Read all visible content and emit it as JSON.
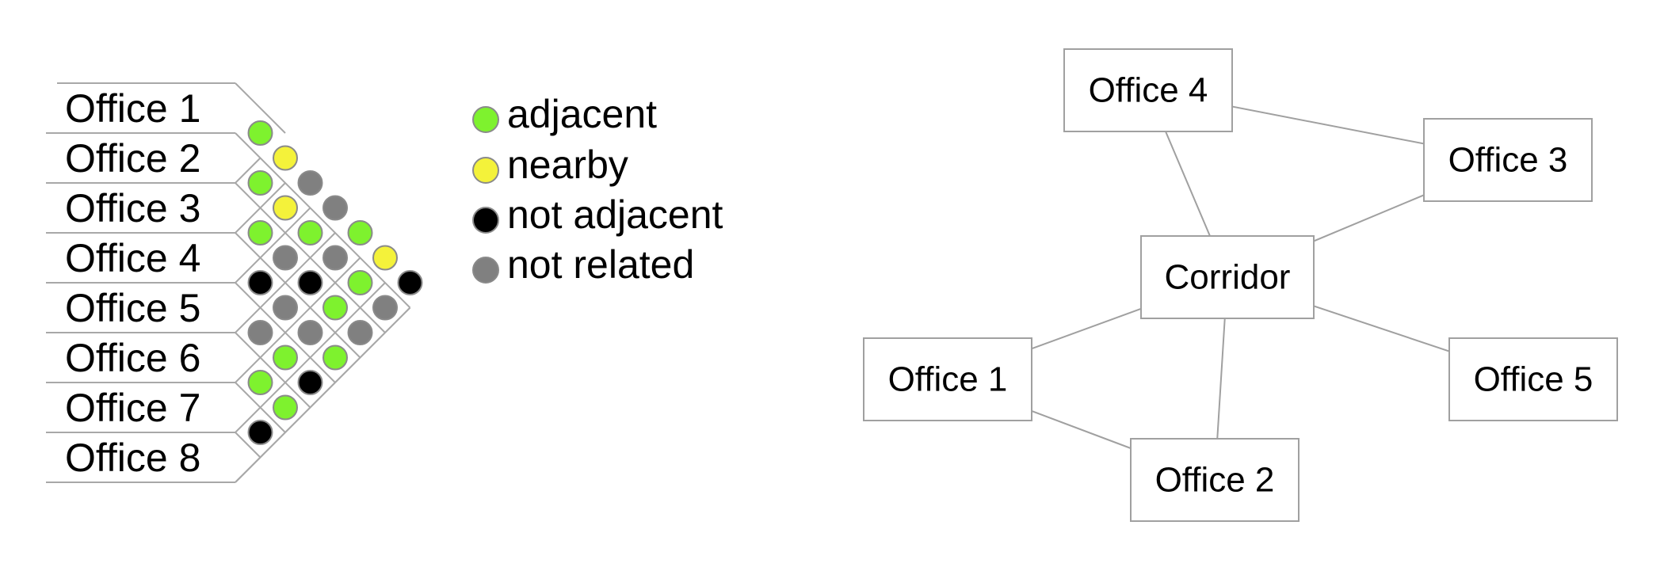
{
  "matrix": {
    "rows": [
      "Office 1",
      "Office 2",
      "Office 3",
      "Office 4",
      "Office 5",
      "Office 6",
      "Office 7",
      "Office 8"
    ],
    "cells": [
      [
        "adjacent",
        "nearby",
        "not_related",
        "not_related",
        "adjacent",
        "nearby",
        "not_adjacent"
      ],
      [
        "adjacent",
        "nearby",
        "adjacent",
        "not_related",
        "adjacent",
        "not_related"
      ],
      [
        "adjacent",
        "not_related",
        "not_adjacent",
        "adjacent",
        "not_related"
      ],
      [
        "not_adjacent",
        "not_related",
        "not_related",
        "adjacent"
      ],
      [
        "not_related",
        "adjacent",
        "not_adjacent"
      ],
      [
        "adjacent",
        "adjacent"
      ],
      [
        "not_adjacent"
      ]
    ]
  },
  "legend": [
    {
      "key": "adjacent",
      "label": "adjacent",
      "color": "#7ef22e"
    },
    {
      "key": "nearby",
      "label": "nearby",
      "color": "#f4f23a"
    },
    {
      "key": "not_adjacent",
      "label": "not adjacent",
      "color": "#000000"
    },
    {
      "key": "not_related",
      "label": "not related",
      "color": "#808080"
    }
  ],
  "graph": {
    "nodes": [
      {
        "id": "office4",
        "label": "Office 4"
      },
      {
        "id": "office3",
        "label": "Office 3"
      },
      {
        "id": "corridor",
        "label": "Corridor"
      },
      {
        "id": "office1",
        "label": "Office 1"
      },
      {
        "id": "office5",
        "label": "Office 5"
      },
      {
        "id": "office2",
        "label": "Office 2"
      }
    ],
    "edges": [
      [
        "office4",
        "office3"
      ],
      [
        "office4",
        "corridor"
      ],
      [
        "office3",
        "corridor"
      ],
      [
        "corridor",
        "office1"
      ],
      [
        "corridor",
        "office2"
      ],
      [
        "corridor",
        "office5"
      ],
      [
        "office1",
        "office2"
      ]
    ]
  }
}
